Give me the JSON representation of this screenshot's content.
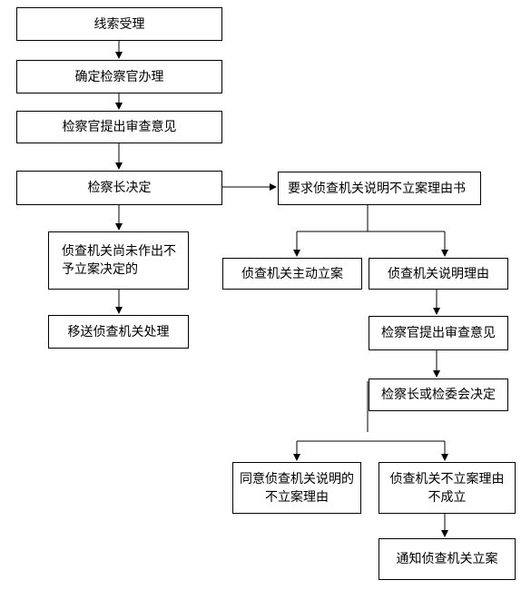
{
  "nodes": {
    "clue_acceptance": "线索受理",
    "assign_prosecutor": "确定检察官办理",
    "prosecutor_review_1": "检察官提出审查意见",
    "chief_decision": "检察长决定",
    "require_explanation": "要求侦查机关说明不立案理由书",
    "not_yet_decided": "侦查机关尚未作出不予立案决定的",
    "transfer_to_agency": "移送侦查机关处理",
    "agency_self_file": "侦查机关主动立案",
    "agency_explains": "侦查机关说明理由",
    "prosecutor_review_2": "检察官提出审查意见",
    "chief_or_committee": "检察长或检委会决定",
    "agree_reason": "同意侦查机关说明的不立案理由",
    "reason_invalid": "侦查机关不立案理由不成立",
    "notify_file_case": "通知侦查机关立案"
  }
}
